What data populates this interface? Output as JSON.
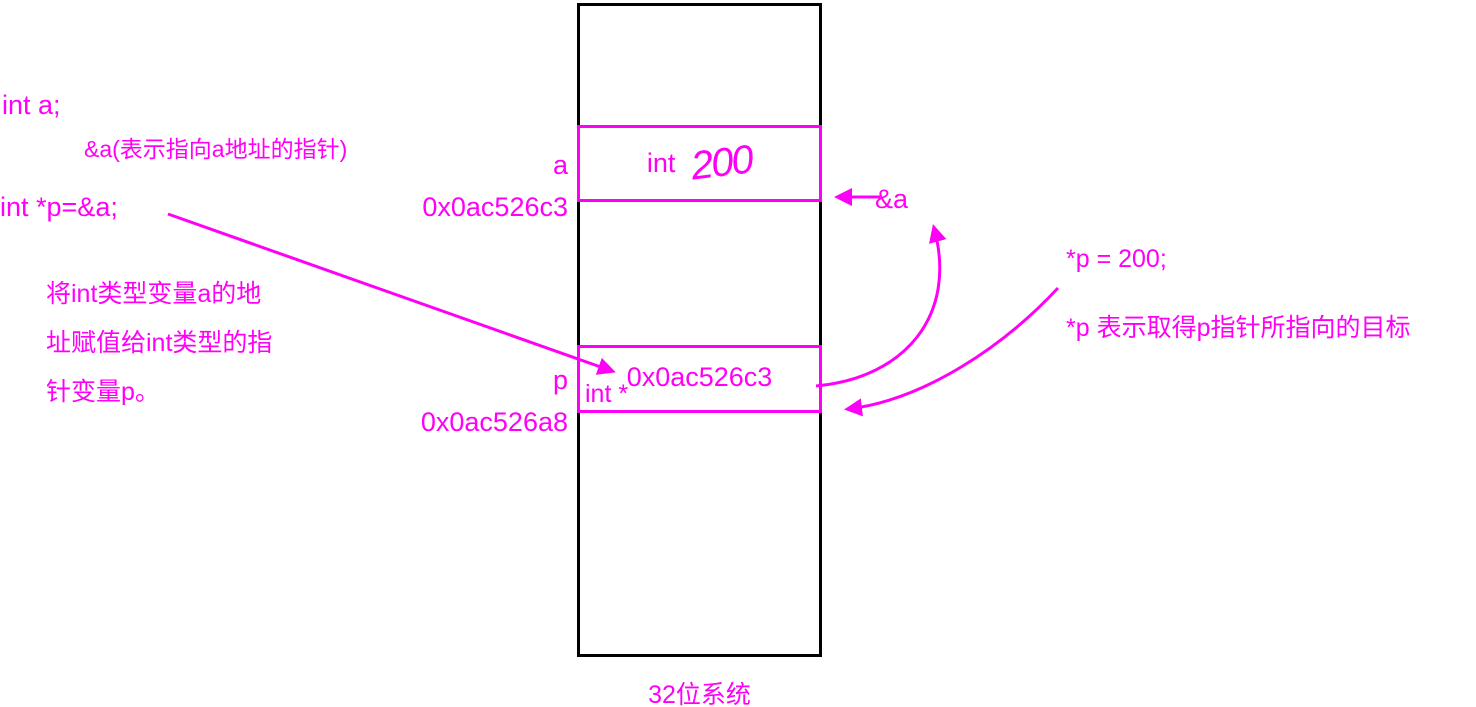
{
  "colors": {
    "accent": "#ff00f6",
    "column_border": "#000000"
  },
  "left_notes": {
    "decl_a": "int a;",
    "addr_note": "&a(表示指向a地址的指针)",
    "decl_p": "int *p=&a;",
    "explain_line1": "将int类型变量a的地",
    "explain_line2": "址赋值给int类型的指",
    "explain_line3": "针变量p。"
  },
  "memory": {
    "caption": "32位系统",
    "cell_a": {
      "label": "a",
      "address": "0x0ac526c3",
      "type": "int",
      "value": "200"
    },
    "cell_p": {
      "label": "p",
      "address": "0x0ac526a8",
      "type": "int *",
      "value": "0x0ac526c3"
    }
  },
  "right_notes": {
    "amp_a": "&a",
    "deref_assign": "*p = 200;",
    "deref_explain": "*p 表示取得p指针所指向的目标"
  }
}
